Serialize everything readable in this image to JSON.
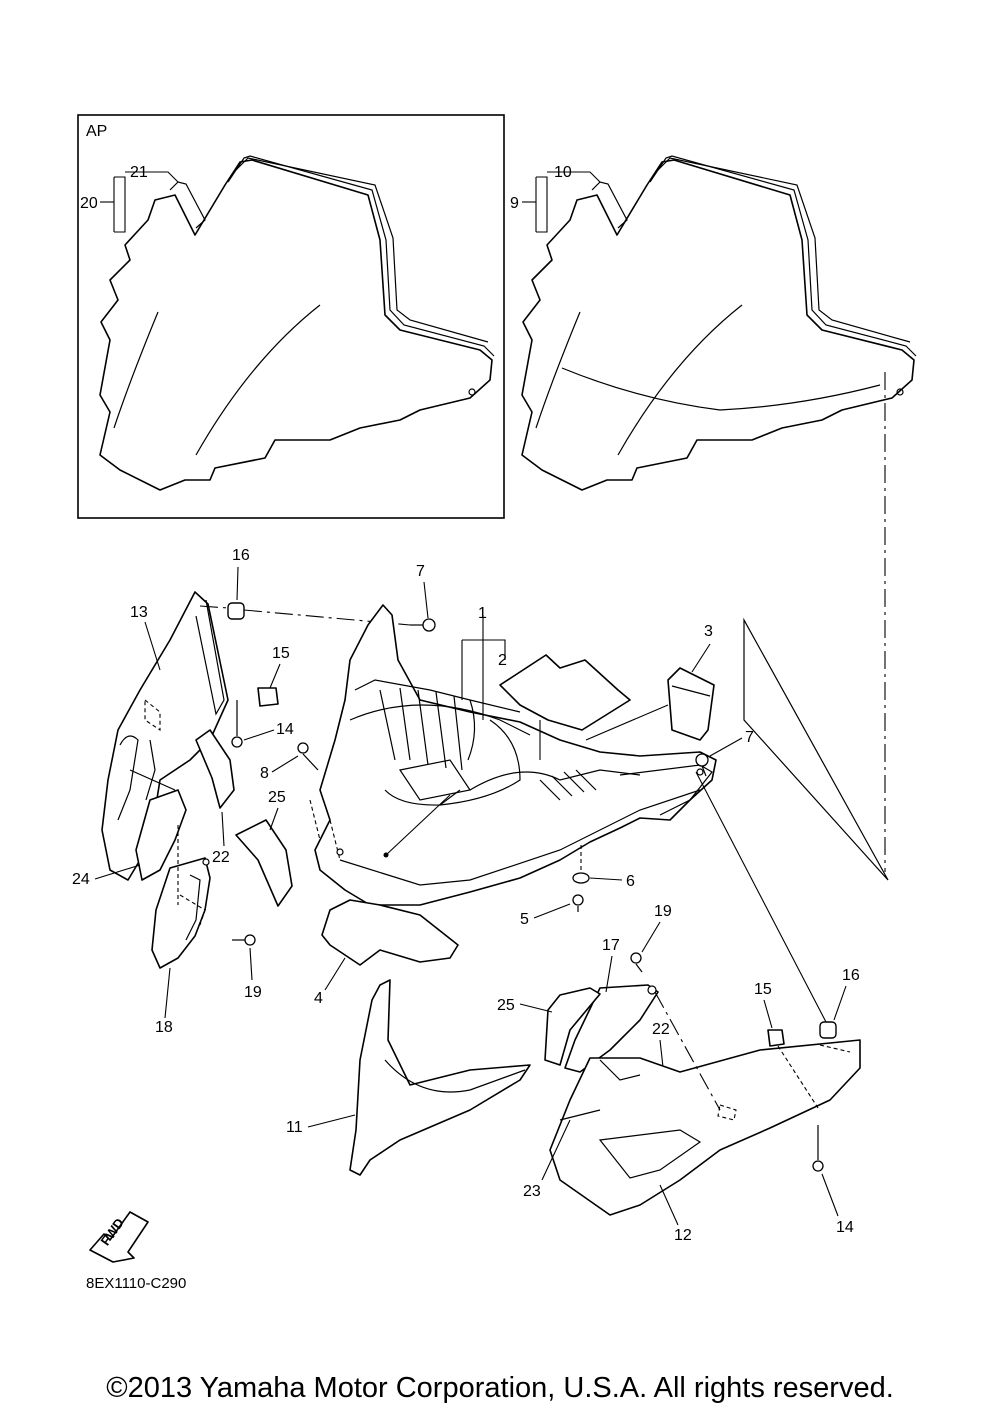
{
  "inset_label": "AP",
  "diagram_code": "8EX1110-C290",
  "fwd_label": "FWD",
  "copyright": "©2013 Yamaha Motor Corporation, U.S.A. All rights reserved.",
  "callouts": {
    "c1": "1",
    "c2": "2",
    "c3": "3",
    "c4": "4",
    "c5": "5",
    "c6": "6",
    "c7a": "7",
    "c7b": "7",
    "c8": "8",
    "c9": "9",
    "c10": "10",
    "c11": "11",
    "c12": "12",
    "c13": "13",
    "c14a": "14",
    "c14b": "14",
    "c15a": "15",
    "c15b": "15",
    "c16a": "16",
    "c16b": "16",
    "c17": "17",
    "c18": "18",
    "c19a": "19",
    "c19b": "19",
    "c20": "20",
    "c21": "21",
    "c22a": "22",
    "c22b": "22",
    "c23": "23",
    "c24": "24",
    "c25a": "25",
    "c25b": "25"
  }
}
